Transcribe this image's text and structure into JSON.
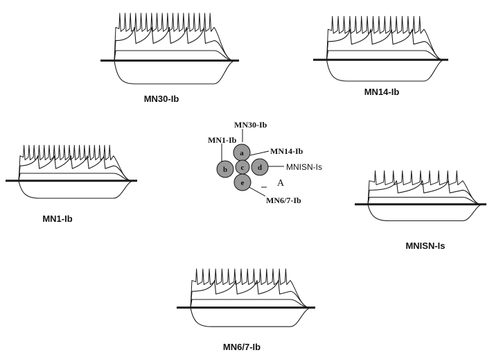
{
  "panels": [
    {
      "key": "mn30",
      "label": "MN30-Ib",
      "spikes": 18
    },
    {
      "key": "mn14",
      "label": "MN14-Ib",
      "spikes": 16
    },
    {
      "key": "mn1",
      "label": "MN1-Ib",
      "spikes": 18
    },
    {
      "key": "mnisn",
      "label": "MNISN-Is",
      "spikes": 10
    },
    {
      "key": "mn67",
      "label": "MN6/7-Ib",
      "spikes": 15
    }
  ],
  "schematic": {
    "cells": [
      "a",
      "b",
      "c",
      "d",
      "e"
    ],
    "labels": {
      "top": "MN30-Ib",
      "left": "MN1-Ib",
      "right_upper": "MN14-Ib",
      "right": "MNISN-Is",
      "bottom": "MN6/7-Ib",
      "marker": "A"
    }
  },
  "colors": {
    "trace": "#1a1a1a",
    "cell_fill": "#9a9a9a",
    "background": "#ffffff"
  }
}
